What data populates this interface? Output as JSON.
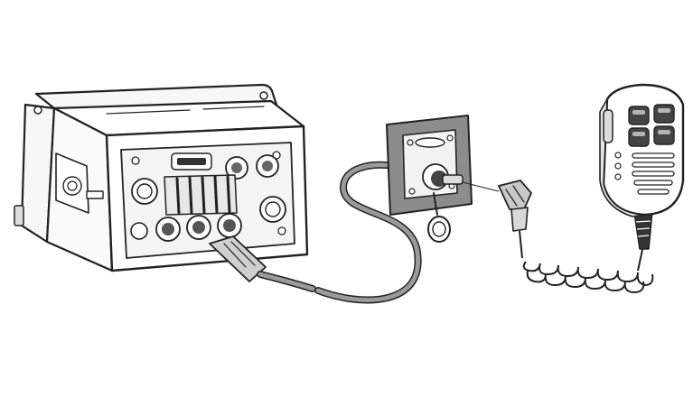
{
  "diagram": {
    "kind": "line-art",
    "colors": {
      "ink": "#222222",
      "panel_shade": "#8c8c8c",
      "cable": "#9a9a9a",
      "light_fill": "#f2f2f2",
      "background": "#ffffff"
    },
    "parts": [
      "radio-unit",
      "extension-cable",
      "mounting-plate",
      "plug-connector",
      "microphone",
      "coiled-cord"
    ]
  }
}
